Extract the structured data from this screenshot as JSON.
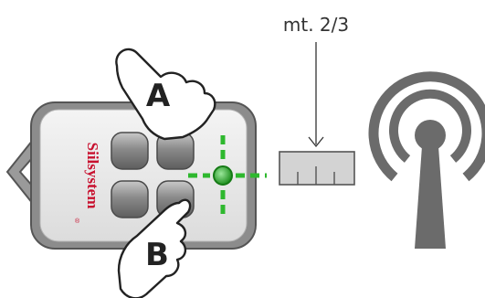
{
  "brand": {
    "name": "Siilsystem",
    "registered_mark": "®"
  },
  "labels": {
    "button_a": "A",
    "button_b": "B",
    "distance": "mt. 2/3"
  },
  "icons": {
    "signal_led": "signal-led-icon",
    "ruler": "ruler-icon",
    "antenna": "antenna-icon",
    "hand_a": "pointing-hand-icon",
    "hand_b": "pointing-hand-icon"
  },
  "colors": {
    "brand_red": "#c8102e",
    "signal_green": "#2eb82e",
    "antenna_gray": "#6b6b6b",
    "button_gray": "#7a7a7a"
  }
}
